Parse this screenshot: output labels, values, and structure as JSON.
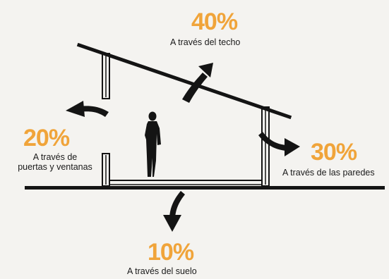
{
  "roof": {
    "percent": "40%",
    "label": "A través del techo"
  },
  "walls": {
    "percent": "30%",
    "label": "A través de las paredes"
  },
  "doors_windows": {
    "percent": "20%",
    "label_line1": "A través de",
    "label_line2": "puertas y ventanas"
  },
  "floor": {
    "percent": "10%",
    "label": "A través del suelo"
  },
  "colors": {
    "accent": "#f0a43a",
    "line": "#141414",
    "background": "#f4f3f0"
  }
}
